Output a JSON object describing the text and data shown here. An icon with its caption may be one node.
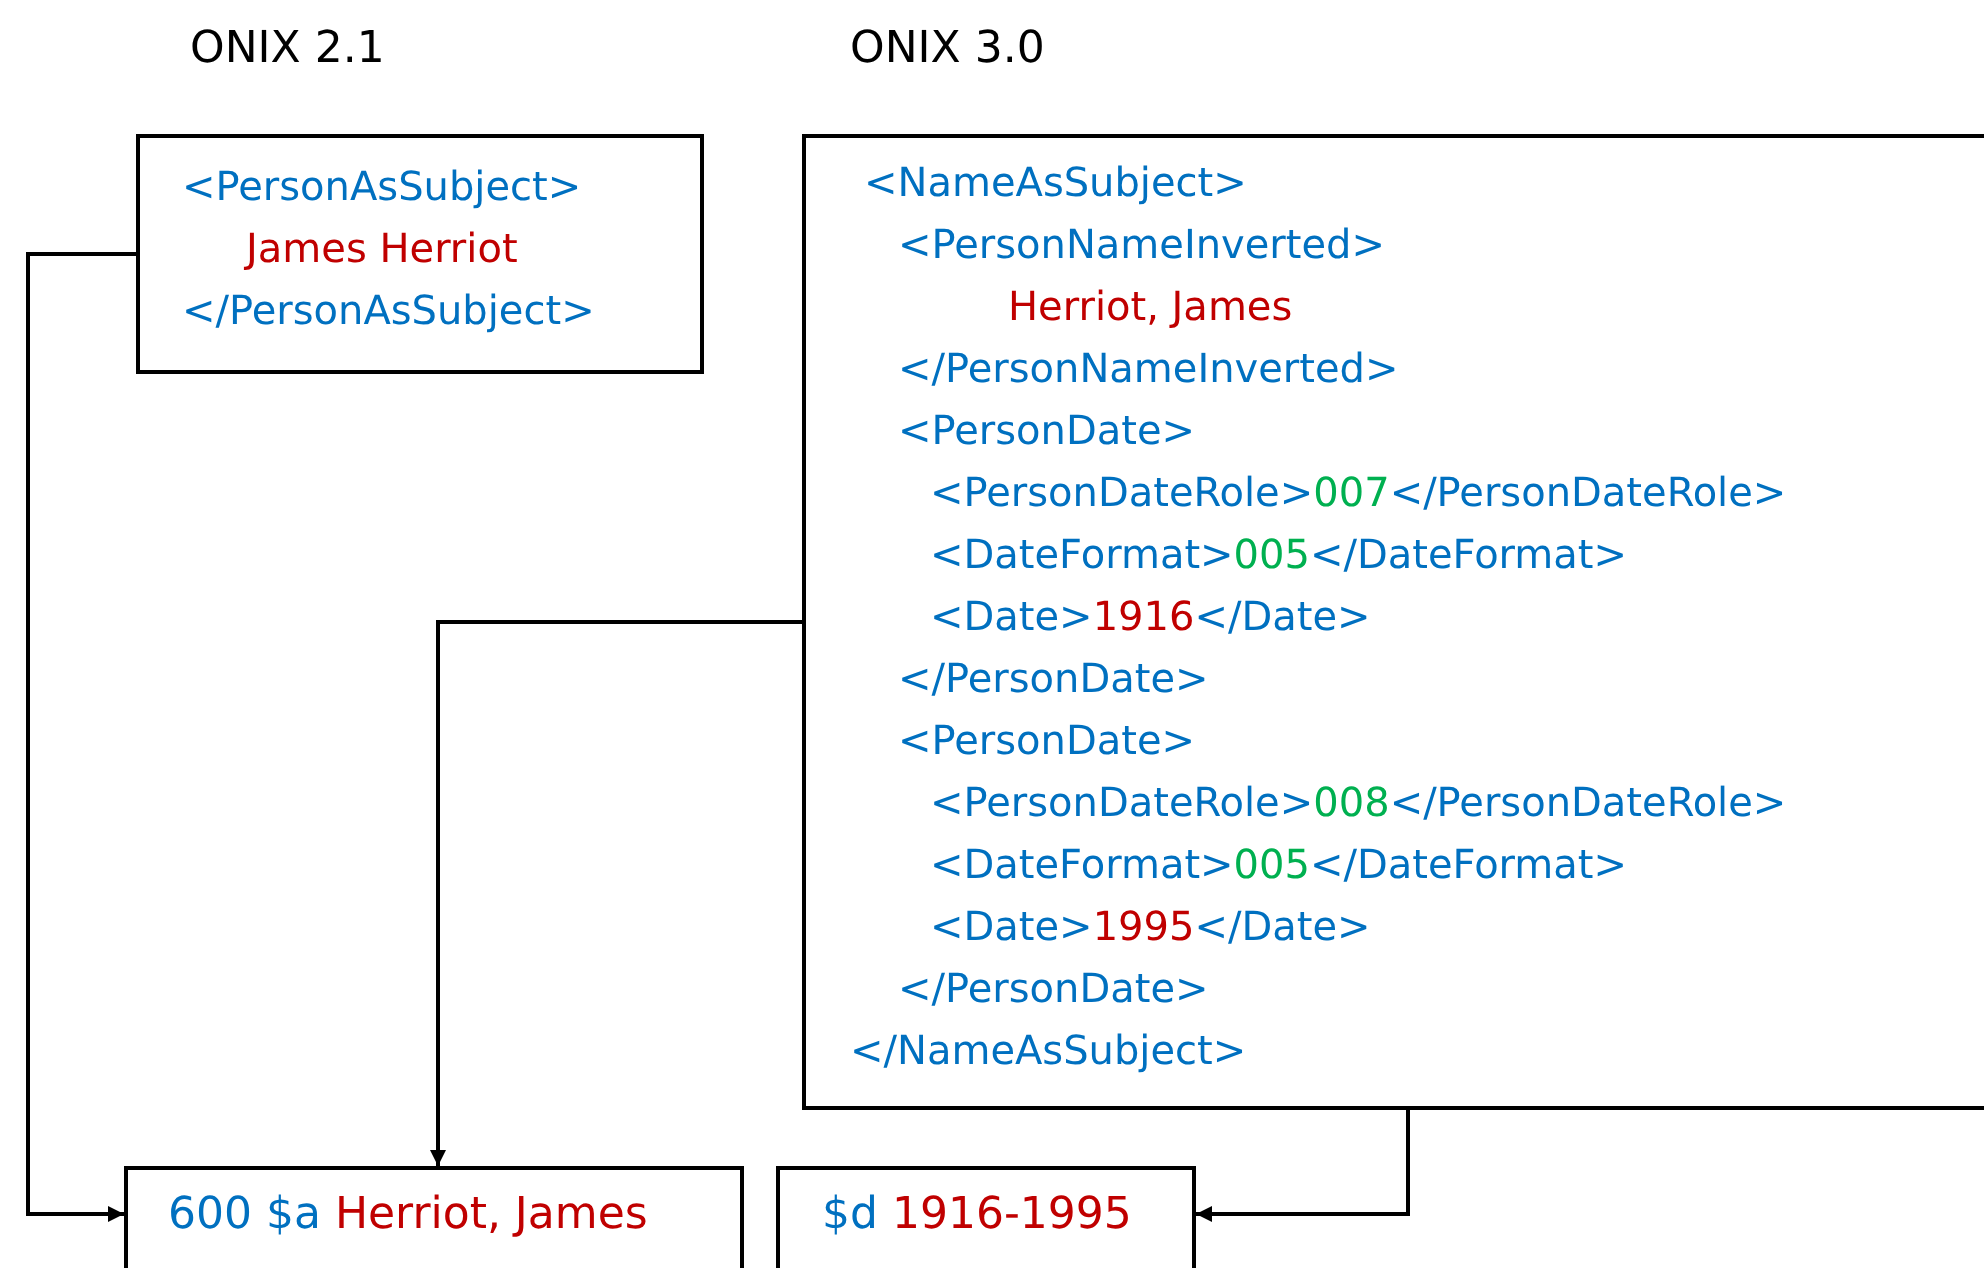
{
  "diagram": {
    "nodes": [
      {
        "text": [
          "ONIX 2.1",
          "<PersonAsSubject>",
          "James Herriot",
          "</PersonAsSubject>"
        ]
      },
      {
        "text": [
          "ONIX 3.0",
          "<NameAsSubject>",
          "<PersonNameInverted>",
          "Herriot, James",
          "</PersonNameInverted>",
          "<PersonDate>",
          "<PersonDateRole>007</PersonDateRole>",
          "<DateFormat>005</DateFormat>",
          "<Date>1916</Date>",
          "</PersonDate>",
          "<PersonDate>",
          "<PersonDateRole>008</PersonDateRole>",
          "<DateFormat>005</DateFormat>",
          "<Date>1995</Date>",
          "</PersonDate>",
          "</NameAsSubject>"
        ]
      },
      {
        "text": [
          "600 $a",
          "Herriot, James"
        ]
      },
      {
        "text": [
          "$d",
          "1916-1995"
        ]
      }
    ],
    "edges": [
      {
        "from": 0,
        "to": 2,
        "arrow": "to"
      },
      {
        "from": 1,
        "to": 2,
        "arrow": "to"
      },
      {
        "from": 1,
        "to": 3,
        "arrow": "to"
      }
    ]
  }
}
